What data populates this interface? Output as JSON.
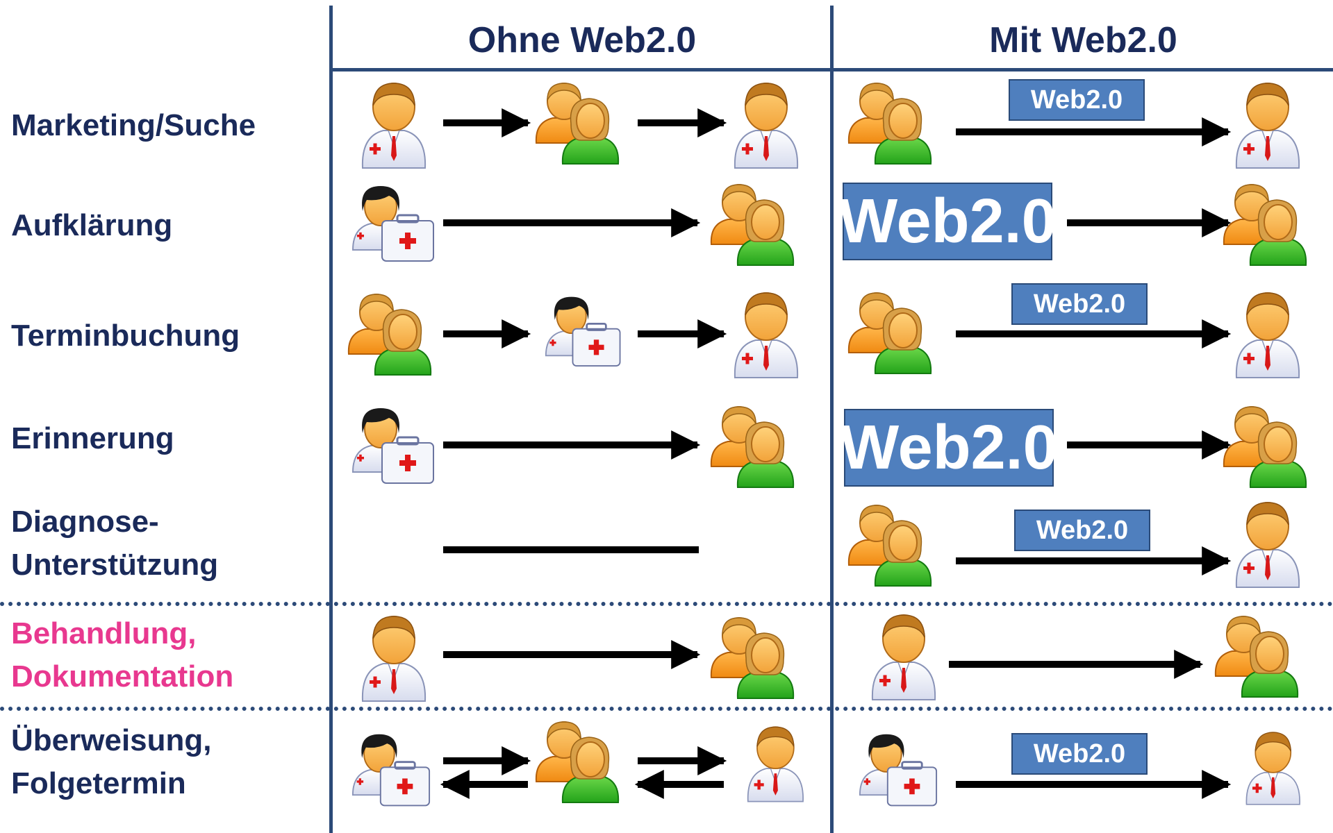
{
  "headers": {
    "without": "Ohne Web2.0",
    "with": "Mit Web2.0"
  },
  "rows": [
    {
      "label": "Marketing/Suche"
    },
    {
      "label": "Aufklärung"
    },
    {
      "label": "Terminbuchung"
    },
    {
      "label": "Erinnerung"
    },
    {
      "label_line1": "Diagnose-",
      "label_line2": "Unterstützung"
    },
    {
      "label_line1": "Behandlung,",
      "label_line2": "Dokumentation"
    },
    {
      "label_line1": "Überweisung,",
      "label_line2": "Folgetermin"
    }
  ],
  "web_label": "Web2.0",
  "colors": {
    "navy": "#1a2a5a",
    "pink": "#e8388f",
    "line": "#2c4a78",
    "web_box": "#4f7fbe"
  },
  "icons": {
    "doctor": "doctor-icon",
    "patients": "patients-group-icon",
    "assistant": "assistant-with-medkit-icon",
    "arrow": "arrow-right-icon"
  }
}
